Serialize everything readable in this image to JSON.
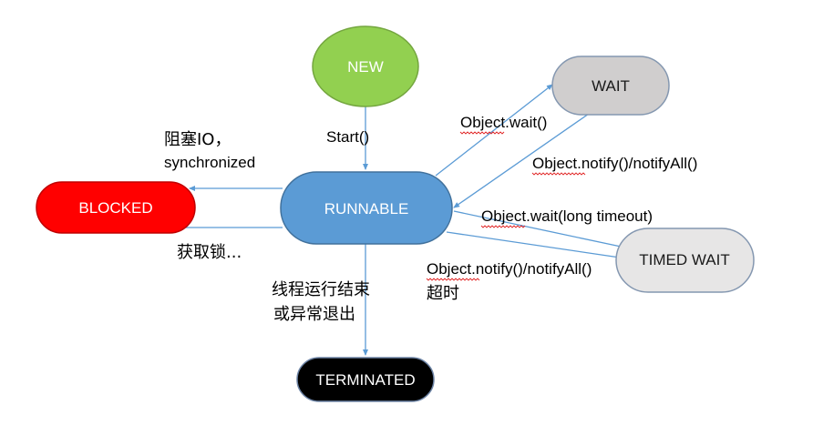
{
  "diagram": {
    "nodes": {
      "new": {
        "label": "NEW",
        "fill": "#92d050",
        "stroke": "#74a63f"
      },
      "runnable": {
        "label": "RUNNABLE",
        "fill": "#5b9bd5",
        "stroke": "#41719c"
      },
      "blocked": {
        "label": "BLOCKED",
        "fill": "#ff0000",
        "stroke": "#c00000"
      },
      "wait": {
        "label": "WAIT",
        "fill": "#d0cece",
        "stroke": "#8497b0"
      },
      "timed_wait": {
        "label": "TIMED WAIT",
        "fill": "#e7e6e6",
        "stroke": "#8497b0"
      },
      "terminated": {
        "label": "TERMINATED",
        "fill": "#000000",
        "stroke": "#6d84a6"
      }
    },
    "edge_color": "#5b9bd5",
    "labels": {
      "start": "Start()",
      "blocking_io": "阻塞IO，",
      "synchronized": "synchronized",
      "acquire_lock": "获取锁...",
      "object_wait": "Object.wait()",
      "object_notify_wait": "Object.notify()/notifyAll()",
      "object_wait_timeout": "Object.wait(long timeout)",
      "object_notify_timed": "Object.notify()/notifyAll()",
      "timeout": "超时",
      "thread_end_line1": "线程运行结束",
      "thread_end_line2": "或异常退出"
    }
  }
}
